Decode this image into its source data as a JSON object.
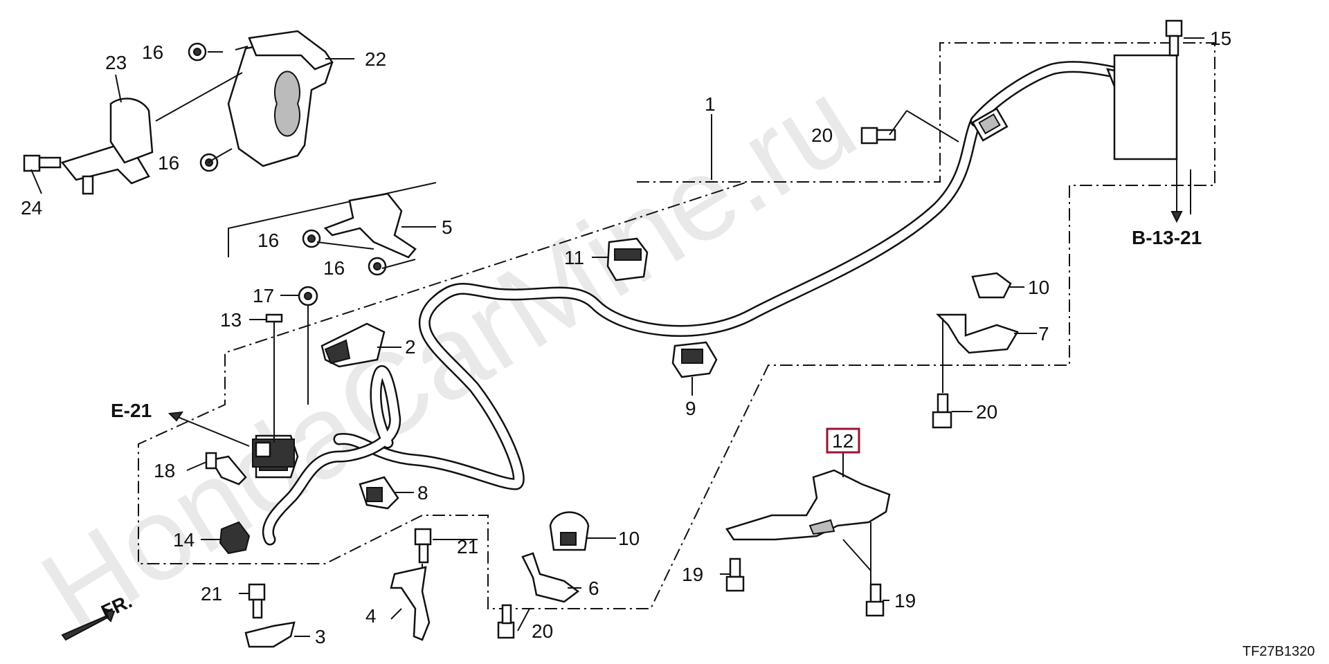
{
  "diagram": {
    "watermark": "HondaCarMine.ru",
    "code": "TF27B1320",
    "front_label": "FR.",
    "refs": {
      "e21": "E-21",
      "b1321": "B-13-21"
    },
    "labels": {
      "l1": "1",
      "l2": "2",
      "l3": "3",
      "l4": "4",
      "l5": "5",
      "l6": "6",
      "l7": "7",
      "l8": "8",
      "l9": "9",
      "l10a": "10",
      "l10b": "10",
      "l11": "11",
      "l12": "12",
      "l13": "13",
      "l14": "14",
      "l15": "15",
      "l16a": "16",
      "l16b": "16",
      "l16c": "16",
      "l16d": "16",
      "l17": "17",
      "l18": "18",
      "l19a": "19",
      "l19b": "19",
      "l20a": "20",
      "l20b": "20",
      "l20c": "20",
      "l21a": "21",
      "l21b": "21",
      "l22": "22",
      "l23": "23",
      "l24": "24"
    }
  }
}
